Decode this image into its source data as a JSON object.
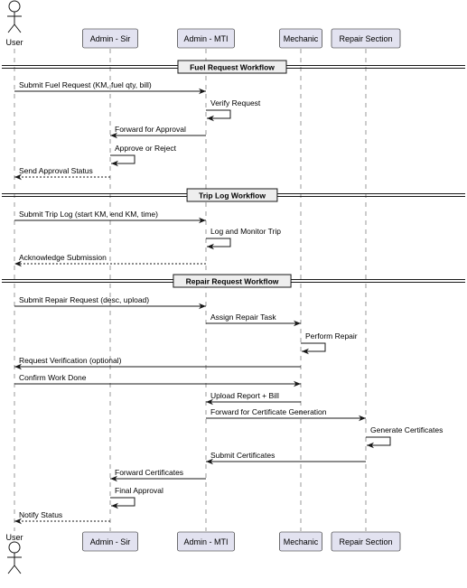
{
  "colors": {
    "background": "#ffffff",
    "participant_fill": "#e2e2f0",
    "participant_border": "#181818",
    "line": "#181818",
    "lifeline": "#9a9a9a",
    "divider_fill": "#eeeeee",
    "text": "#000000"
  },
  "participants": [
    {
      "id": "user",
      "label": "User",
      "shape": "actor"
    },
    {
      "id": "admin_sir",
      "label": "Admin - Sir",
      "shape": "box"
    },
    {
      "id": "admin_mti",
      "label": "Admin - MTI",
      "shape": "box"
    },
    {
      "id": "mechanic",
      "label": "Mechanic",
      "shape": "box"
    },
    {
      "id": "repair_section",
      "label": "Repair Section",
      "shape": "box"
    }
  ],
  "sections": [
    {
      "label": "Fuel Request Workflow"
    },
    {
      "label": "Trip Log Workflow"
    },
    {
      "label": "Repair Request Workflow"
    }
  ],
  "messages": [
    {
      "from": "user",
      "to": "admin_mti",
      "label": "Submit Fuel Request (KM, fuel qty, bill)",
      "style": "solid"
    },
    {
      "from": "admin_mti",
      "to": "admin_mti",
      "label": "Verify Request",
      "style": "solid"
    },
    {
      "from": "admin_mti",
      "to": "admin_sir",
      "label": "Forward for Approval",
      "style": "solid"
    },
    {
      "from": "admin_sir",
      "to": "admin_sir",
      "label": "Approve or Reject",
      "style": "solid"
    },
    {
      "from": "admin_sir",
      "to": "user",
      "label": "Send Approval Status",
      "style": "dashed"
    },
    {
      "from": "user",
      "to": "admin_mti",
      "label": "Submit Trip Log (start KM, end KM, time)",
      "style": "solid"
    },
    {
      "from": "admin_mti",
      "to": "admin_mti",
      "label": "Log and Monitor Trip",
      "style": "solid"
    },
    {
      "from": "admin_mti",
      "to": "user",
      "label": "Acknowledge Submission",
      "style": "dashed"
    },
    {
      "from": "user",
      "to": "admin_mti",
      "label": "Submit Repair Request (desc, upload)",
      "style": "solid"
    },
    {
      "from": "admin_mti",
      "to": "mechanic",
      "label": "Assign Repair Task",
      "style": "solid"
    },
    {
      "from": "mechanic",
      "to": "mechanic",
      "label": "Perform Repair",
      "style": "solid"
    },
    {
      "from": "mechanic",
      "to": "user",
      "label": "Request Verification (optional)",
      "style": "solid"
    },
    {
      "from": "user",
      "to": "mechanic",
      "label": "Confirm Work Done",
      "style": "solid"
    },
    {
      "from": "mechanic",
      "to": "admin_mti",
      "label": "Upload Report + Bill",
      "style": "solid"
    },
    {
      "from": "admin_mti",
      "to": "repair_section",
      "label": "Forward for Certificate Generation",
      "style": "solid"
    },
    {
      "from": "repair_section",
      "to": "repair_section",
      "label": "Generate Certificates",
      "style": "solid"
    },
    {
      "from": "repair_section",
      "to": "admin_mti",
      "label": "Submit Certificates",
      "style": "solid"
    },
    {
      "from": "admin_mti",
      "to": "admin_sir",
      "label": "Forward Certificates",
      "style": "solid"
    },
    {
      "from": "admin_sir",
      "to": "admin_sir",
      "label": "Final Approval",
      "style": "solid"
    },
    {
      "from": "admin_sir",
      "to": "user",
      "label": "Notify Status",
      "style": "dashed"
    }
  ]
}
